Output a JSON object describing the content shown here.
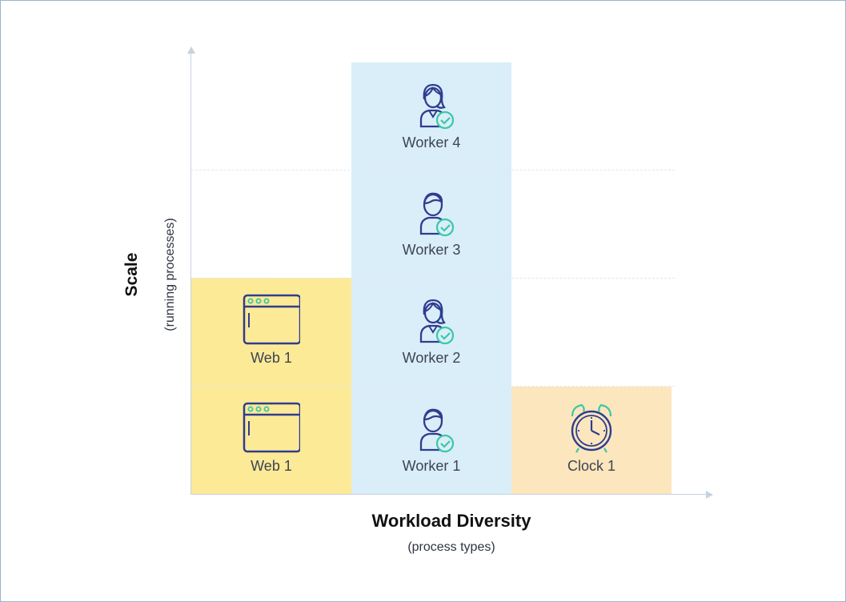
{
  "y_axis": {
    "title": "Scale",
    "subtitle": "(running processes)"
  },
  "x_axis": {
    "title": "Workload Diversity",
    "subtitle": "(process types)"
  },
  "colors": {
    "web": "#fcea96",
    "worker": "#d9eef9",
    "clock": "#fbe6bd",
    "icon_stroke": "#2f3d8f",
    "icon_accent": "#3cc7a4"
  },
  "columns": [
    {
      "type": "web",
      "cells": [
        {
          "label": "Web 1",
          "icon": "browser-window-icon"
        },
        {
          "label": "Web 1",
          "icon": "browser-window-icon"
        }
      ]
    },
    {
      "type": "worker",
      "cells": [
        {
          "label": "Worker 1",
          "icon": "male-worker-check-icon"
        },
        {
          "label": "Worker 2",
          "icon": "female-worker-check-icon"
        },
        {
          "label": "Worker 3",
          "icon": "male-worker-check-icon"
        },
        {
          "label": "Worker 4",
          "icon": "female-worker-check-icon"
        }
      ]
    },
    {
      "type": "clock",
      "cells": [
        {
          "label": "Clock 1",
          "icon": "alarm-clock-icon"
        }
      ]
    }
  ]
}
